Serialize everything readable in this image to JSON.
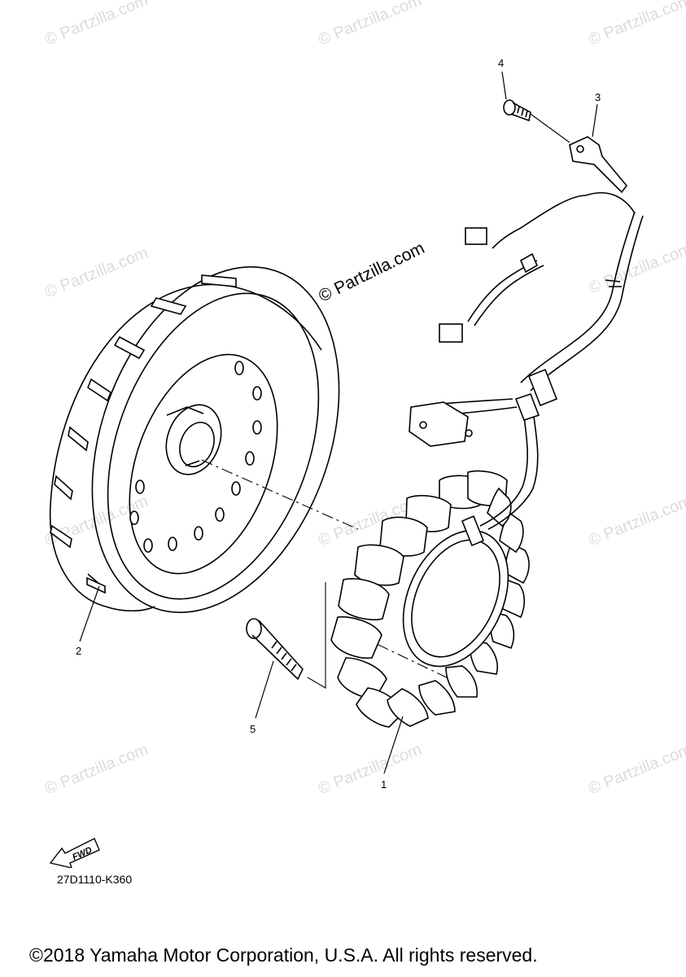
{
  "watermark_text": "© Partzilla.com",
  "center_watermark": "© Partzilla.com",
  "callouts": [
    "1",
    "2",
    "3",
    "4",
    "5"
  ],
  "fwd_label": "FWD",
  "diagram_code": "27D1110-K360",
  "copyright": "©2018 Yamaha Motor Corporation, U.S.A. All rights reserved."
}
